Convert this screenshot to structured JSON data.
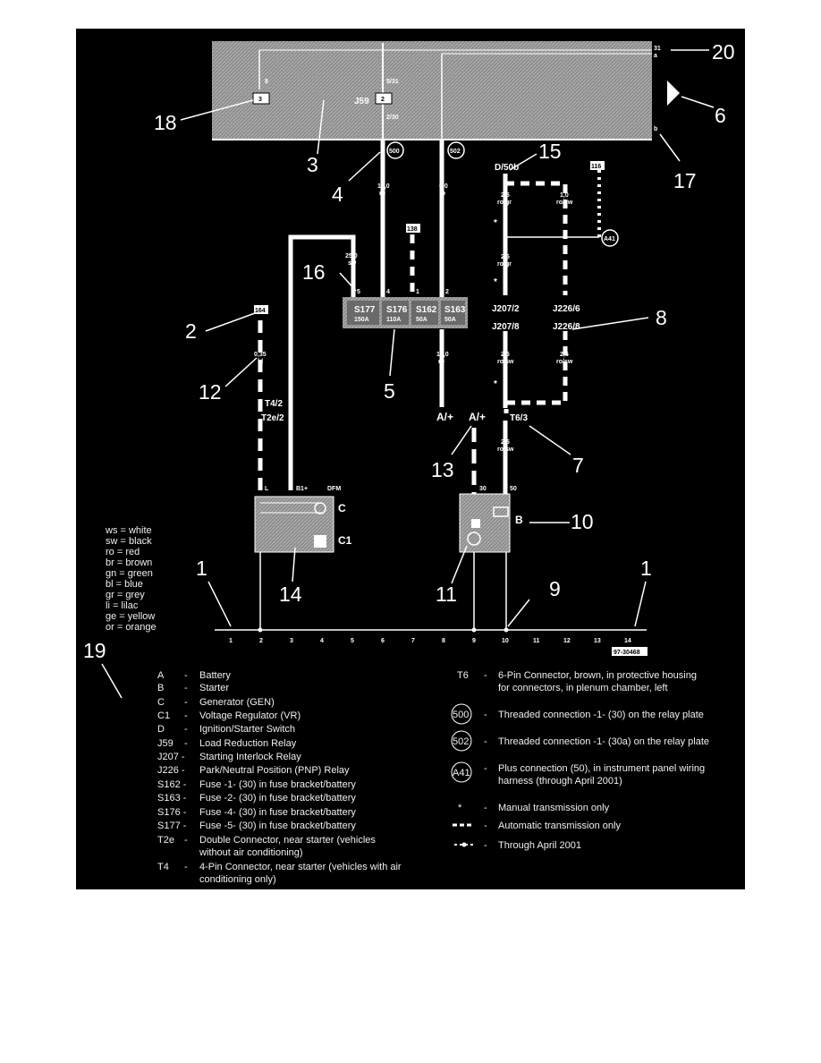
{
  "callouts": [
    "1",
    "2",
    "3",
    "4",
    "5",
    "6",
    "7",
    "8",
    "9",
    "10",
    "11",
    "12",
    "13",
    "14",
    "15",
    "16",
    "17",
    "18",
    "19",
    "20",
    "1"
  ],
  "relay_box": {
    "label_j59": "J59",
    "pin_b": "2",
    "pin_a": "3",
    "t_b": "5/31",
    "t_c": "2/30",
    "t_small": "8",
    "edge_31": "31",
    "edge_a": "a",
    "edge_b": "b"
  },
  "connections": [
    "500",
    "502",
    "A41"
  ],
  "tags": [
    "164",
    "138",
    "116"
  ],
  "wires": {
    "w1": {
      "size": "16,0",
      "color": "ro"
    },
    "w2": {
      "size": "6,0",
      "color": "ro"
    },
    "w3": {
      "size": "25,0",
      "color": "sw"
    },
    "w4": {
      "size": "0,35",
      "color": "bl"
    },
    "w5": {
      "size": "16,0",
      "color": "ro"
    },
    "w6": {
      "size": "2,5",
      "color": "ro/gr"
    },
    "w7": {
      "size": "1,0",
      "color": "ro/sw"
    },
    "w8": {
      "size": "2,5",
      "color": "ro/gr"
    },
    "w9": {
      "size": "2,5",
      "color": "ro/sw"
    },
    "w10": {
      "size": "2,5",
      "color": "ro/sw"
    },
    "w11": {
      "size": "2,5",
      "color": "ro/sw"
    }
  },
  "fuses": [
    {
      "id": "S177",
      "rating": "150A",
      "pin": "5"
    },
    {
      "id": "S176",
      "rating": "110A",
      "pin": "4"
    },
    {
      "id": "S162",
      "rating": "50A",
      "pin": "1"
    },
    {
      "id": "S163",
      "rating": "50A",
      "pin": "2"
    }
  ],
  "labels": {
    "d_switch": "D/50b",
    "j207_2": "J207/2",
    "j207_8": "J207/8",
    "j226_6": "J226/6",
    "j226_8": "J226/8",
    "t4_2": "T4/2",
    "t2e_2": "T2e/2",
    "t6_3": "T6/3",
    "a_plus_1": "A/+",
    "a_plus_2": "A/+",
    "gen_l": "L",
    "gen_b1": "B1+",
    "gen_dfm": "DFM",
    "gen_c": "C",
    "gen_c1": "C1",
    "starter_30": "30",
    "starter_50": "50",
    "starter_b": "B",
    "star": "*",
    "ref": "97-30468"
  },
  "ground_numbers": [
    "1",
    "2",
    "3",
    "4",
    "5",
    "6",
    "7",
    "8",
    "9",
    "10",
    "11",
    "12",
    "13",
    "14"
  ],
  "color_legend": [
    "ws = white",
    "sw = black",
    "ro = red",
    "br = brown",
    "gn = green",
    "bl = blue",
    "gr = grey",
    "li = lilac",
    "ge = yellow",
    "or = orange"
  ],
  "legend_left": [
    {
      "code": "A",
      "desc": "Battery"
    },
    {
      "code": "B",
      "desc": "Starter"
    },
    {
      "code": "C",
      "desc": "Generator (GEN)"
    },
    {
      "code": "C1",
      "desc": "Voltage Regulator (VR)"
    },
    {
      "code": "D",
      "desc": "Ignition/Starter Switch"
    },
    {
      "code": "J59",
      "desc": "Load Reduction Relay"
    },
    {
      "code": "J207 -",
      "desc": "Starting Interlock Relay"
    },
    {
      "code": "J226 -",
      "desc": "Park/Neutral Position (PNP) Relay"
    },
    {
      "code": "S162 -",
      "desc": "Fuse -1- (30) in fuse bracket/battery"
    },
    {
      "code": "S163 -",
      "desc": "Fuse -2- (30) in fuse bracket/battery"
    },
    {
      "code": "S176 -",
      "desc": "Fuse -4- (30) in fuse bracket/battery"
    },
    {
      "code": "S177 -",
      "desc": "Fuse -5- (30) in fuse bracket/battery"
    },
    {
      "code": "T2e",
      "desc": "Double Connector, near starter (vehicles",
      "desc2": "without air conditioning)"
    },
    {
      "code": "T4",
      "desc": "4-Pin Connector, near starter (vehicles with air",
      "desc2": "conditioning only)"
    }
  ],
  "legend_right": [
    {
      "code": "T6",
      "desc": "6-Pin Connector, brown, in protective housing",
      "desc2": "for connectors, in plenum chamber, left"
    },
    {
      "code": "500",
      "desc": "Threaded connection -1- (30) on the relay plate"
    },
    {
      "code": "502",
      "desc": "Threaded connection -1- (30a) on the relay plate"
    },
    {
      "code": "A41",
      "desc": "Plus connection (50), in instrument panel wiring",
      "desc2": "harness (through April 2001)"
    },
    {
      "code": "*",
      "desc": "Manual transmission only"
    },
    {
      "code": "---",
      "desc": "Automatic transmission only"
    },
    {
      "code": "-o-",
      "desc": "Through April 2001"
    }
  ],
  "colors": {
    "background": "#000000",
    "text": "#ffffff",
    "component": "#9a9a9a"
  }
}
